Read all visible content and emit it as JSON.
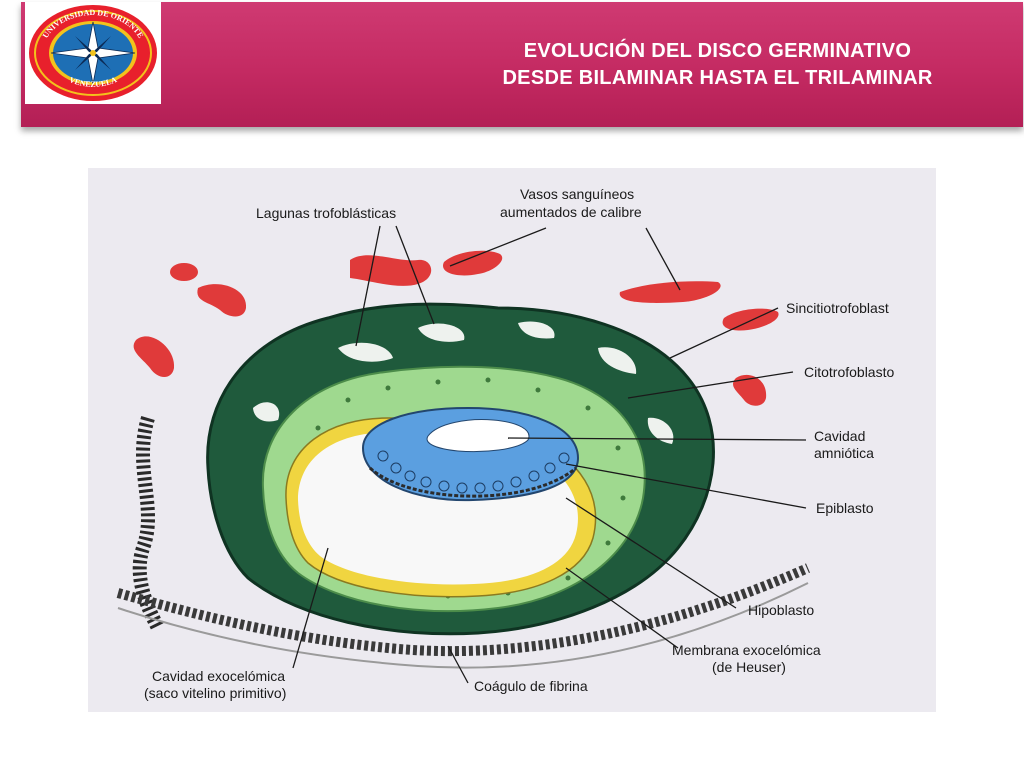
{
  "header": {
    "title_line1": "EVOLUCIÓN DEL DISCO GERMINATIVO",
    "title_line2": "DESDE BILAMINAR HASTA EL TRILAMINAR",
    "bar_color": "#c42a62",
    "logo": {
      "icon": "compass-rose-seal-icon",
      "text_top": "UNIVERSIDAD DE ORIENTE",
      "text_bottom": "VENEZUELA"
    }
  },
  "diagram": {
    "colors": {
      "sincitiotrofoblasto": "#1f5a3c",
      "citotrofoblasto": "#9fd98f",
      "epiblasto": "#5b9fe0",
      "membrana_exocelomica": "#f0d540",
      "lagunas": "#e03a3a"
    },
    "labels": {
      "lagunas": "Lagunas trofoblásticas",
      "vasos_l1": "Vasos sanguíneos",
      "vasos_l2": "aumentados de calibre",
      "sincitio": "Sincitiotrofoblast",
      "cito": "Citotrofoblasto",
      "amnio_l1": "Cavidad",
      "amnio_l2": "amniótica",
      "epiblasto": "Epiblasto",
      "hipoblasto": "Hipoblasto",
      "membrana_l1": "Membrana exocelómica",
      "membrana_l2": "(de Heuser)",
      "exocel_l1": "Cavidad exocelómica",
      "exocel_l2": "(saco vitelino primitivo)",
      "coagulo": "Coágulo de fibrina"
    }
  }
}
